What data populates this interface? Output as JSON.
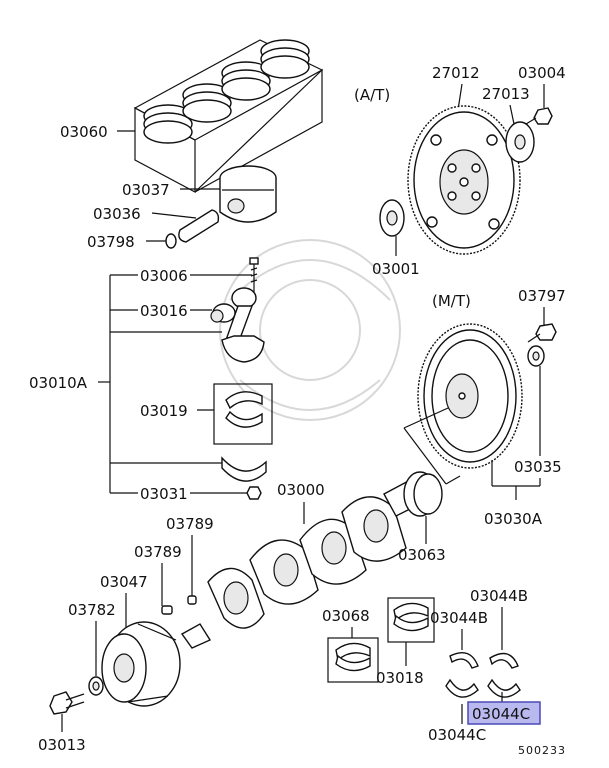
{
  "parts": {
    "p03060": "03060",
    "p03037": "03037",
    "p03036": "03036",
    "p03798": "03798",
    "p03006": "03006",
    "p03016": "03016",
    "p03010A": "03010A",
    "p03019": "03019",
    "p03031": "03031",
    "p03000": "03000",
    "p03789a": "03789",
    "p03789b": "03789",
    "p03047": "03047",
    "p03782": "03782",
    "p03013": "03013",
    "p27012": "27012",
    "p03004": "03004",
    "p27013": "27013",
    "p03001": "03001",
    "p03797": "03797",
    "p03035": "03035",
    "p03030A": "03030A",
    "p03063": "03063",
    "p03068": "03068",
    "p03018": "03018",
    "p03044B_top": "03044B",
    "p03044B_mid": "03044B",
    "p03044C_hl": "03044C",
    "p03044C_bot": "03044C"
  },
  "variants": {
    "at": "(A/T)",
    "mt": "(M/T)"
  },
  "diagram_id": "500233",
  "highlight_color": "#b9b9f0"
}
